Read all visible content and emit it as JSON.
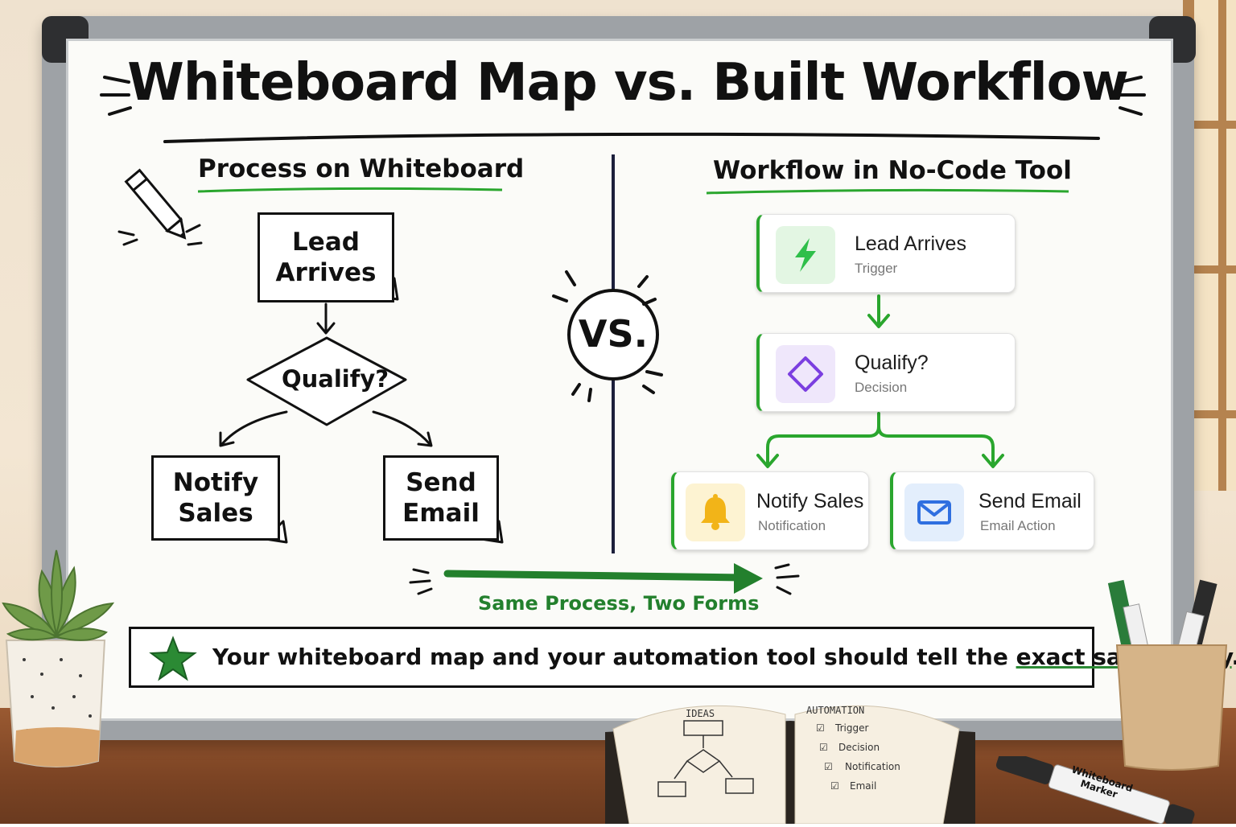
{
  "title": "Whiteboard Map vs. Built Workflow",
  "left_panel": {
    "heading": "Process on Whiteboard",
    "nodes": {
      "lead": "Lead\nArrives",
      "qualify": "Qualify?",
      "notify": "Notify\nSales",
      "email": "Send\nEmail"
    }
  },
  "vs_label": "VS.",
  "right_panel": {
    "heading": "Workflow in No-Code Tool",
    "cards": [
      {
        "title": "Lead Arrives",
        "subtitle": "Trigger",
        "icon": "lightning-icon",
        "tint": "#e3f6e3",
        "color": "#2fbf4a"
      },
      {
        "title": "Qualify?",
        "subtitle": "Decision",
        "icon": "diamond-icon",
        "tint": "#efe7fb",
        "color": "#7b3fe0"
      },
      {
        "title": "Notify Sales",
        "subtitle": "Notification",
        "icon": "bell-icon",
        "tint": "#fdf3d2",
        "color": "#f2b418"
      },
      {
        "title": "Send Email",
        "subtitle": "Email Action",
        "icon": "envelope-icon",
        "tint": "#e3eefc",
        "color": "#2f6fe0"
      }
    ]
  },
  "arrow_caption": "Same Process, Two Forms",
  "footer": {
    "text_before": "Your whiteboard map and your automation tool should tell the ",
    "highlight": "exact same story",
    "text_after": "."
  },
  "notebook": {
    "left_heading": "IDEAS",
    "right_heading": "AUTOMATION",
    "checklist": [
      "Trigger",
      "Decision",
      "Notification",
      "Email"
    ]
  },
  "marker_label": "Whiteboard\nMarker",
  "colors": {
    "accent_green": "#2aa62e",
    "ink": "#111111"
  }
}
